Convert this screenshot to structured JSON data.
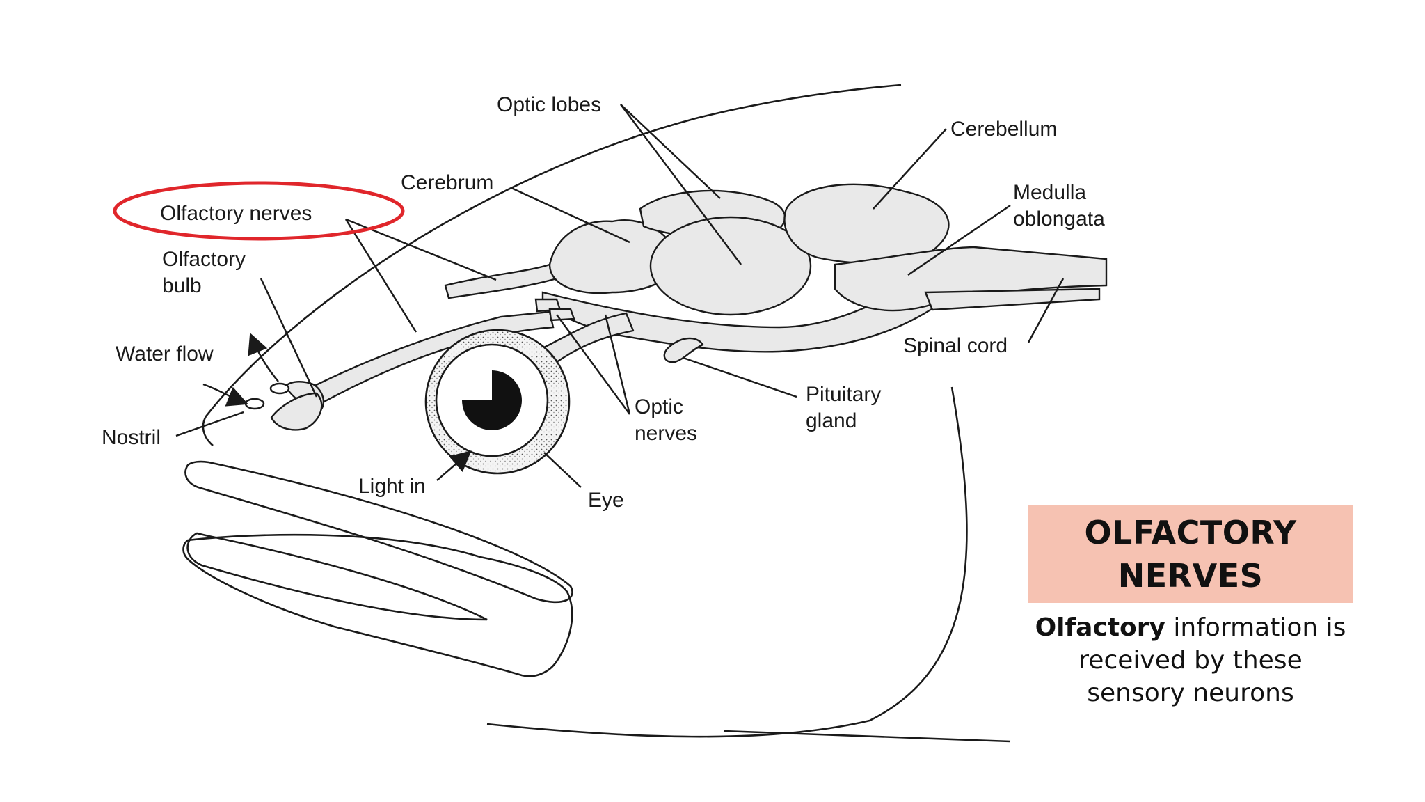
{
  "labels": {
    "optic_lobes": "Optic lobes",
    "cerebellum": "Cerebellum",
    "cerebrum": "Cerebrum",
    "olfactory_nerves": "Olfactory nerves",
    "medulla_line1": "Medulla",
    "medulla_line2": "oblongata",
    "olfactory_bulb_line1": "Olfactory",
    "olfactory_bulb_line2": "bulb",
    "water_flow": "Water flow",
    "spinal_cord": "Spinal cord",
    "nostril": "Nostril",
    "pituitary_line1": "Pituitary",
    "pituitary_line2": "gland",
    "optic_nerves_line1": "Optic",
    "optic_nerves_line2": "nerves",
    "light_in": "Light in",
    "eye": "Eye"
  },
  "highlight": {
    "target": "Olfactory nerves",
    "color": "#e0262b"
  },
  "info": {
    "title_line1": "OLFACTORY",
    "title_line2": "NERVES",
    "desc_bold": "Olfactory",
    "desc_rest": " information is received by these sensory neurons",
    "box_color": "#f6c2b2"
  }
}
